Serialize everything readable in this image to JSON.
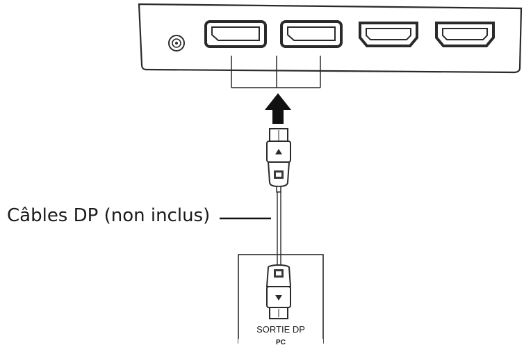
{
  "cable": {
    "label": "Câbles DP (non inclus)"
  },
  "pc": {
    "output_label": "SORTIE DP",
    "label": "PC"
  },
  "monitor": {
    "ports": [
      {
        "type": "audio",
        "icon": "audio-jack-icon"
      },
      {
        "type": "displayport",
        "icon": "displayport-port-icon"
      },
      {
        "type": "displayport",
        "icon": "displayport-port-icon"
      },
      {
        "type": "hdmi",
        "icon": "hdmi-port-icon"
      },
      {
        "type": "hdmi",
        "icon": "hdmi-port-icon"
      }
    ]
  },
  "colors": {
    "line": "#2a2a2a",
    "background": "#ffffff"
  }
}
